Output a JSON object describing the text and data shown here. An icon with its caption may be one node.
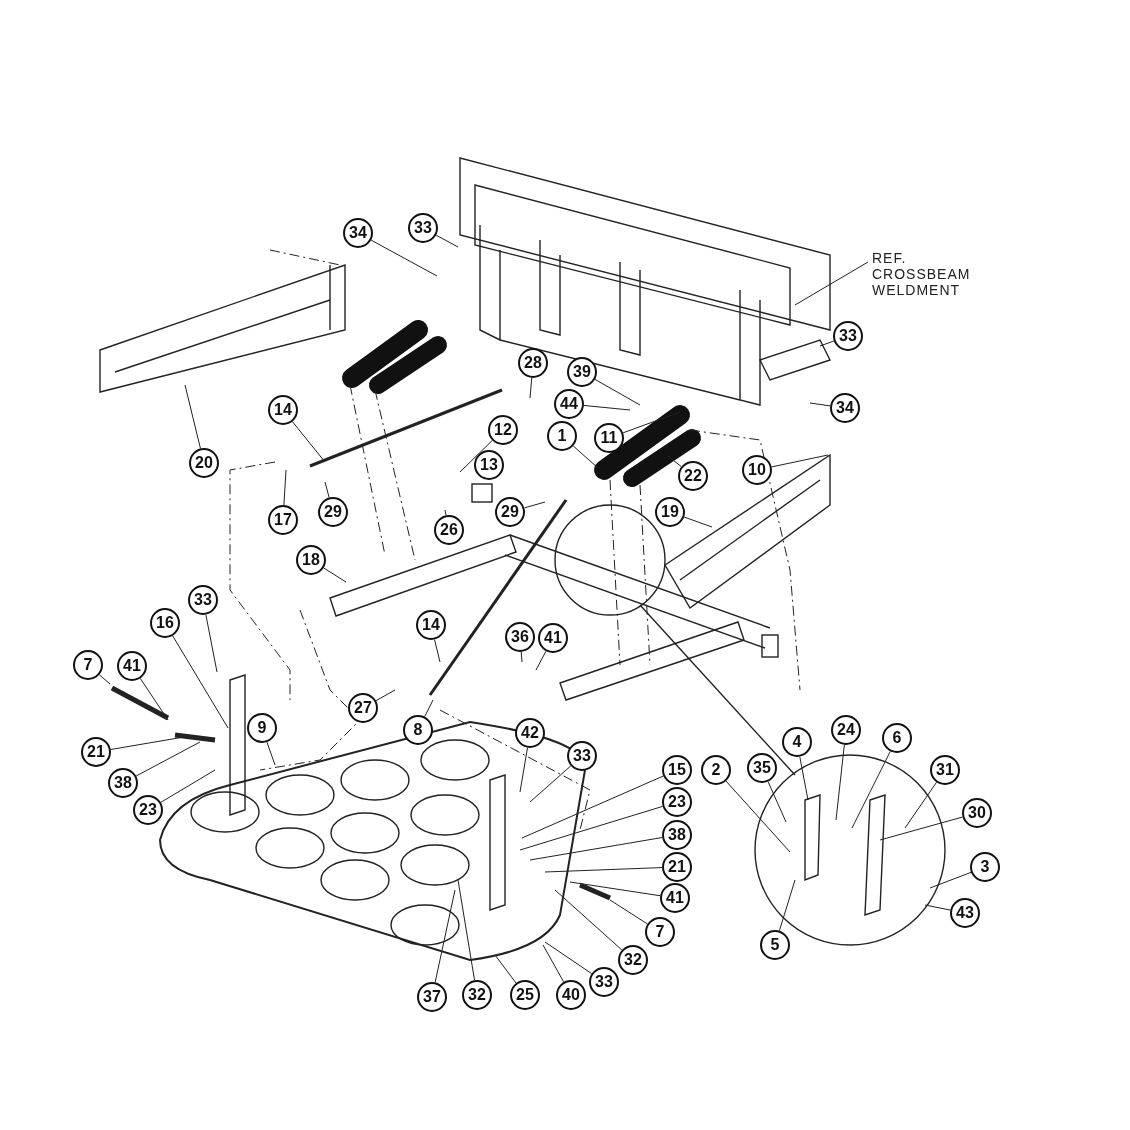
{
  "diagram": {
    "nodes": [
      {
        "text": [
          "33"
        ]
      },
      {
        "text": [
          "34"
        ]
      },
      {
        "text": [
          "REF. CROSSBEAM WELDMENT"
        ]
      },
      {
        "text": [
          "33"
        ]
      },
      {
        "text": [
          "28"
        ]
      },
      {
        "text": [
          "39"
        ]
      },
      {
        "text": [
          "34"
        ]
      },
      {
        "text": [
          "44"
        ]
      },
      {
        "text": [
          "14"
        ]
      },
      {
        "text": [
          "12"
        ]
      },
      {
        "text": [
          "1"
        ]
      },
      {
        "text": [
          "11"
        ]
      },
      {
        "text": [
          "10"
        ]
      },
      {
        "text": [
          "22"
        ]
      },
      {
        "text": [
          "20"
        ]
      },
      {
        "text": [
          "13"
        ]
      },
      {
        "text": [
          "17"
        ]
      },
      {
        "text": [
          "29"
        ]
      },
      {
        "text": [
          "29"
        ]
      },
      {
        "text": [
          "26"
        ]
      },
      {
        "text": [
          "19"
        ]
      },
      {
        "text": [
          "18"
        ]
      },
      {
        "text": [
          "33"
        ]
      },
      {
        "text": [
          "16"
        ]
      },
      {
        "text": [
          "14"
        ]
      },
      {
        "text": [
          "36"
        ]
      },
      {
        "text": [
          "41"
        ]
      },
      {
        "text": [
          "7"
        ]
      },
      {
        "text": [
          "41"
        ]
      },
      {
        "text": [
          "27"
        ]
      },
      {
        "text": [
          "8"
        ]
      },
      {
        "text": [
          "9"
        ]
      },
      {
        "text": [
          "42"
        ]
      },
      {
        "text": [
          "4"
        ]
      },
      {
        "text": [
          "24"
        ]
      },
      {
        "text": [
          "6"
        ]
      },
      {
        "text": [
          "33"
        ]
      },
      {
        "text": [
          "21"
        ]
      },
      {
        "text": [
          "15"
        ]
      },
      {
        "text": [
          "2"
        ]
      },
      {
        "text": [
          "35"
        ]
      },
      {
        "text": [
          "31"
        ]
      },
      {
        "text": [
          "38"
        ]
      },
      {
        "text": [
          "23"
        ]
      },
      {
        "text": [
          "30"
        ]
      },
      {
        "text": [
          "23"
        ]
      },
      {
        "text": [
          "38"
        ]
      },
      {
        "text": [
          "21"
        ]
      },
      {
        "text": [
          "3"
        ]
      },
      {
        "text": [
          "41"
        ]
      },
      {
        "text": [
          "43"
        ]
      },
      {
        "text": [
          "7"
        ]
      },
      {
        "text": [
          "5"
        ]
      },
      {
        "text": [
          "32"
        ]
      },
      {
        "text": [
          "33"
        ]
      },
      {
        "text": [
          "37"
        ]
      },
      {
        "text": [
          "32"
        ]
      },
      {
        "text": [
          "25"
        ]
      },
      {
        "text": [
          "40"
        ]
      }
    ],
    "edges": [
      {
        "from": 0,
        "to": null,
        "arrow": "none"
      },
      {
        "from": 1,
        "to": null,
        "arrow": "none"
      },
      {
        "from": 2,
        "to": null,
        "arrow": "none"
      },
      {
        "from": 3,
        "to": null,
        "arrow": "none"
      },
      {
        "from": 4,
        "to": null,
        "arrow": "none"
      },
      {
        "from": 5,
        "to": null,
        "arrow": "none"
      },
      {
        "from": 6,
        "to": null,
        "arrow": "none"
      },
      {
        "from": 7,
        "to": null,
        "arrow": "none"
      },
      {
        "from": 8,
        "to": null,
        "arrow": "none"
      },
      {
        "from": 9,
        "to": null,
        "arrow": "none"
      },
      {
        "from": 10,
        "to": null,
        "arrow": "none"
      },
      {
        "from": 11,
        "to": null,
        "arrow": "none"
      },
      {
        "from": 12,
        "to": null,
        "arrow": "none"
      },
      {
        "from": 13,
        "to": null,
        "arrow": "none"
      },
      {
        "from": 14,
        "to": null,
        "arrow": "none"
      },
      {
        "from": 15,
        "to": null,
        "arrow": "none"
      },
      {
        "from": 16,
        "to": null,
        "arrow": "none"
      },
      {
        "from": 17,
        "to": null,
        "arrow": "none"
      },
      {
        "from": 18,
        "to": null,
        "arrow": "none"
      },
      {
        "from": 19,
        "to": null,
        "arrow": "none"
      },
      {
        "from": 20,
        "to": null,
        "arrow": "none"
      },
      {
        "from": 21,
        "to": null,
        "arrow": "none"
      },
      {
        "from": 22,
        "to": null,
        "arrow": "none"
      },
      {
        "from": 23,
        "to": null,
        "arrow": "none"
      },
      {
        "from": 24,
        "to": null,
        "arrow": "none"
      },
      {
        "from": 25,
        "to": null,
        "arrow": "none"
      },
      {
        "from": 26,
        "to": null,
        "arrow": "none"
      },
      {
        "from": 27,
        "to": null,
        "arrow": "none"
      },
      {
        "from": 28,
        "to": null,
        "arrow": "none"
      },
      {
        "from": 29,
        "to": null,
        "arrow": "none"
      },
      {
        "from": 30,
        "to": null,
        "arrow": "none"
      },
      {
        "from": 31,
        "to": null,
        "arrow": "none"
      },
      {
        "from": 32,
        "to": null,
        "arrow": "none"
      },
      {
        "from": 33,
        "to": null,
        "arrow": "none"
      },
      {
        "from": 34,
        "to": null,
        "arrow": "none"
      },
      {
        "from": 35,
        "to": null,
        "arrow": "none"
      },
      {
        "from": 36,
        "to": null,
        "arrow": "none"
      },
      {
        "from": 37,
        "to": null,
        "arrow": "none"
      },
      {
        "from": 38,
        "to": null,
        "arrow": "none"
      },
      {
        "from": 39,
        "to": null,
        "arrow": "none"
      },
      {
        "from": 40,
        "to": null,
        "arrow": "none"
      },
      {
        "from": 41,
        "to": null,
        "arrow": "none"
      },
      {
        "from": 42,
        "to": null,
        "arrow": "none"
      },
      {
        "from": 43,
        "to": null,
        "arrow": "none"
      },
      {
        "from": 44,
        "to": null,
        "arrow": "none"
      },
      {
        "from": 45,
        "to": null,
        "arrow": "none"
      },
      {
        "from": 46,
        "to": null,
        "arrow": "none"
      },
      {
        "from": 47,
        "to": null,
        "arrow": "none"
      },
      {
        "from": 48,
        "to": null,
        "arrow": "none"
      },
      {
        "from": 49,
        "to": null,
        "arrow": "none"
      },
      {
        "from": 50,
        "to": null,
        "arrow": "none"
      },
      {
        "from": 51,
        "to": null,
        "arrow": "none"
      },
      {
        "from": 52,
        "to": null,
        "arrow": "none"
      },
      {
        "from": 53,
        "to": null,
        "arrow": "none"
      },
      {
        "from": 54,
        "to": null,
        "arrow": "none"
      },
      {
        "from": 55,
        "to": null,
        "arrow": "none"
      },
      {
        "from": 56,
        "to": null,
        "arrow": "none"
      },
      {
        "from": 57,
        "to": null,
        "arrow": "none"
      },
      {
        "from": 58,
        "to": null,
        "arrow": "none"
      }
    ]
  }
}
